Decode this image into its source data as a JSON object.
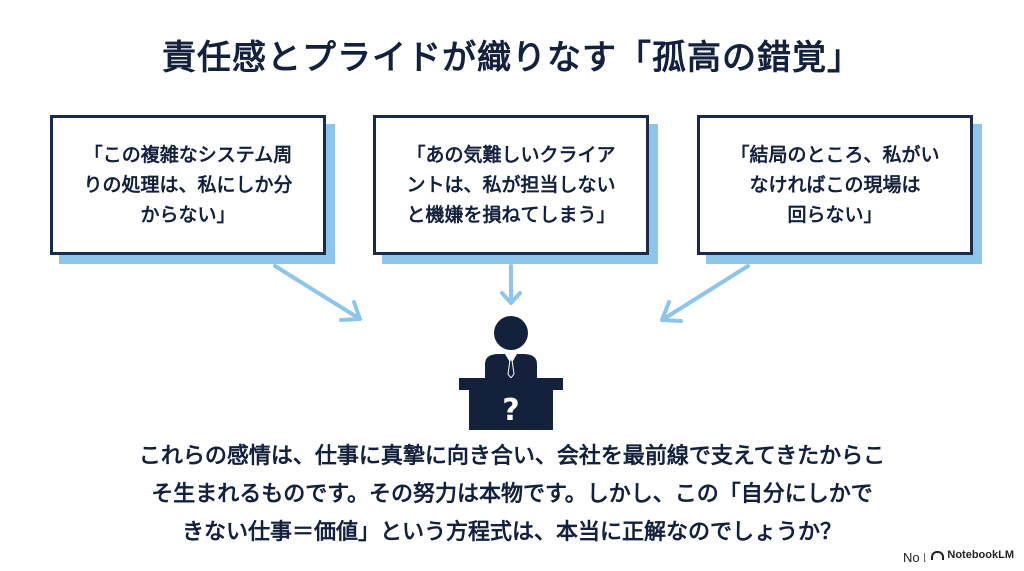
{
  "title": "責任感とプライドが織りなす「孤高の錯覚」",
  "quotes": [
    "「この複雑なシステム周\nりの処理は、私にしか分\nからない」",
    "「あの気難しいクライア\nントは、私が担当しない\nと機嫌を損ねてしまう」",
    "「結局のところ、私がい\nなければこの現場は\n回らない」"
  ],
  "figure": {
    "symbol": "?"
  },
  "body": "これらの感情は、仕事に真摯に向き合い、会社を最前線で支えてきたからこ\nそ生まれるものです。その努力は本物です。しかし、この「自分にしかで\nきない仕事＝価値」という方程式は、本当に正解なのでしょうか？",
  "footer": {
    "text": "No No",
    "watermark": "NotebookLM"
  },
  "colors": {
    "navy": "#1a2a4f",
    "accent": "#8ec5ea",
    "arrow": "#8ec5ea"
  }
}
